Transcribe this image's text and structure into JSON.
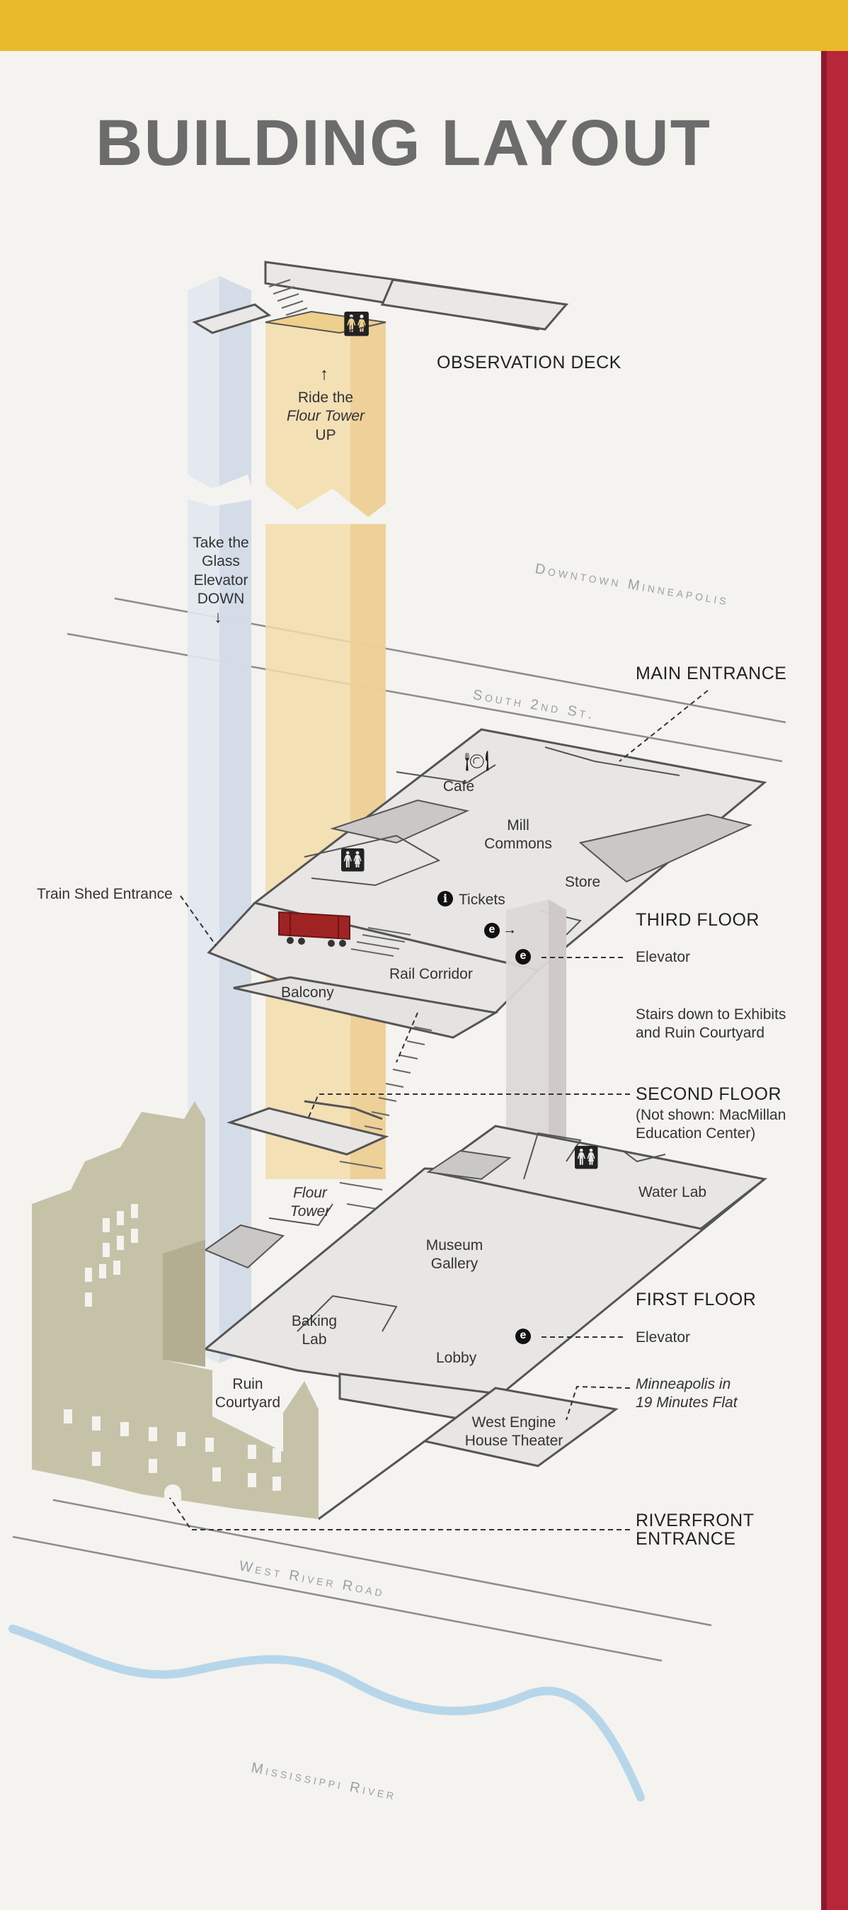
{
  "title": "BUILDING LAYOUT",
  "colors": {
    "top_bar": "#e8b92a",
    "side_band": "#b8263a",
    "flour_tower": "#f3dcaa",
    "glass_elevator": "#dfe7ee",
    "floor": "#e7e6e4",
    "ruin": "#c6c2a8",
    "river": "#b7d6ea",
    "boxcar": "#a02323"
  },
  "labels": {
    "observation_deck": "OBSERVATION DECK",
    "flour_tower_up": {
      "pre": "Ride the",
      "name": "Flour Tower",
      "post": "UP"
    },
    "glass_elevator_down": [
      "Take the",
      "Glass",
      "Elevator",
      "DOWN"
    ],
    "main_entrance": "MAIN ENTRANCE",
    "third_floor": "THIRD FLOOR",
    "second_floor": "SECOND FLOOR",
    "second_floor_note": [
      "(Not shown: MacMillan",
      "Education Center)"
    ],
    "first_floor": "FIRST FLOOR",
    "riverfront_entrance": [
      "RIVERFRONT",
      "ENTRANCE"
    ],
    "train_shed_entrance": "Train Shed Entrance",
    "elevator_third": "Elevator",
    "elevator_first": "Elevator",
    "stairs_down": [
      "Stairs down to Exhibits",
      "and Ruin Courtyard"
    ],
    "minneapolis_film": [
      "Minneapolis in",
      "19 Minutes Flat"
    ],
    "cafe": "Café",
    "mill_commons": [
      "Mill",
      "Commons"
    ],
    "tickets": "Tickets",
    "store": "Store",
    "rail_corridor": "Rail Corridor",
    "balcony": "Balcony",
    "flour_tower_floor": [
      "Flour",
      "Tower"
    ],
    "museum_gallery": [
      "Museum",
      "Gallery"
    ],
    "water_lab": "Water Lab",
    "baking_lab": [
      "Baking",
      "Lab"
    ],
    "lobby": "Lobby",
    "ruin_courtyard": [
      "Ruin",
      "Courtyard"
    ],
    "west_engine_house": [
      "West Engine",
      "House Theater"
    ]
  },
  "roads": {
    "downtown": "Downtown Minneapolis",
    "south_2nd": "South 2nd St.",
    "west_river_road": "West River Road",
    "mississippi": "Mississippi River"
  },
  "icons": [
    "restroom-icon",
    "restroom-icon",
    "restroom-icon",
    "cafe-icon",
    "info-icon",
    "elevator-icon",
    "elevator-icon",
    "elevator-icon",
    "arrow-up-icon",
    "arrow-down-icon",
    "boxcar-icon"
  ]
}
